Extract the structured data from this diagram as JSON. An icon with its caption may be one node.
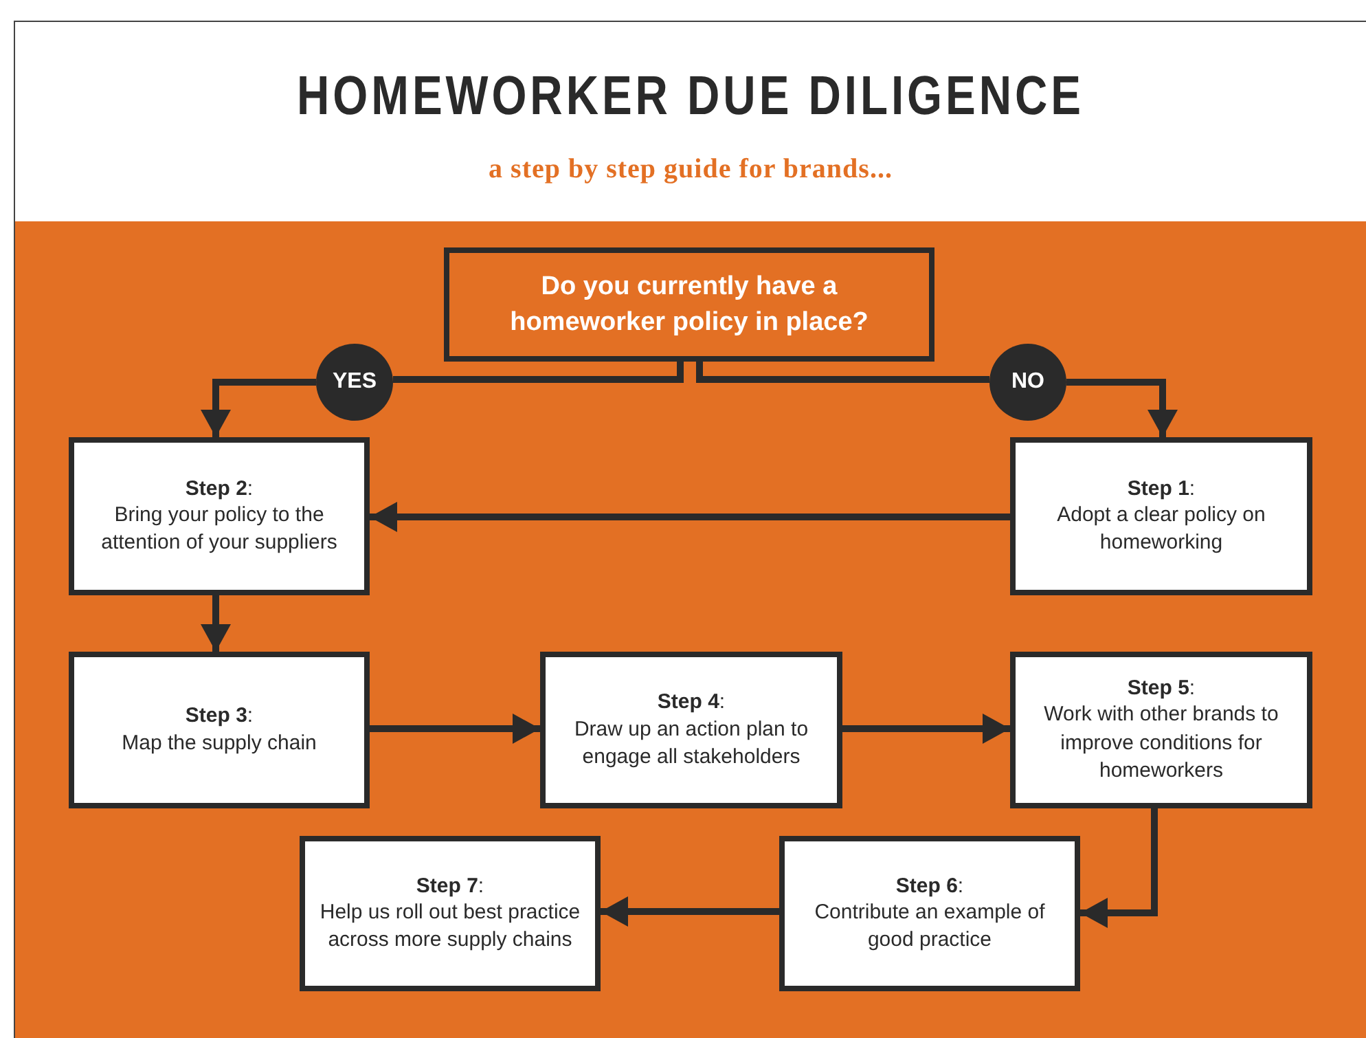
{
  "diagram": {
    "title": "HOMEWORKER DUE DILIGENCE",
    "caption": "a step by step guide for brands...",
    "nodes": [
      {
        "text": [
          "Do you currently have a homeworker policy in place?"
        ]
      },
      {
        "text": [
          "YES"
        ]
      },
      {
        "text": [
          "NO"
        ]
      },
      {
        "text": [
          "**Step 2**:",
          "Bring your policy to the attention of your suppliers"
        ]
      },
      {
        "text": [
          "**Step 1**:",
          "Adopt a clear policy on homeworking"
        ]
      },
      {
        "text": [
          "**Step 3**:",
          "Map the supply chain"
        ]
      },
      {
        "text": [
          "**Step 4**:",
          "Draw up an action plan to engage all stakeholders"
        ]
      },
      {
        "text": [
          "**Step 5**:",
          "Work with other brands to improve conditions for homeworkers"
        ]
      },
      {
        "text": [
          "**Step 7**:",
          "Help us roll out best practice across more supply chains"
        ]
      },
      {
        "text": [
          "**Step 6**:",
          "Contribute an example of good practice"
        ]
      }
    ],
    "edges": [
      {
        "from": 0,
        "to": 1,
        "arrow": "none"
      },
      {
        "from": 1,
        "to": 3,
        "arrow": "to"
      },
      {
        "from": 0,
        "to": 2,
        "arrow": "none"
      },
      {
        "from": 2,
        "to": 4,
        "arrow": "to"
      },
      {
        "from": 4,
        "to": 3,
        "arrow": "to"
      },
      {
        "from": 3,
        "to": 5,
        "arrow": "to"
      },
      {
        "from": 5,
        "to": 6,
        "arrow": "to"
      },
      {
        "from": 6,
        "to": 7,
        "arrow": "to"
      },
      {
        "from": 7,
        "to": 9,
        "arrow": "to"
      },
      {
        "from": 9,
        "to": 8,
        "arrow": "to"
      }
    ]
  }
}
